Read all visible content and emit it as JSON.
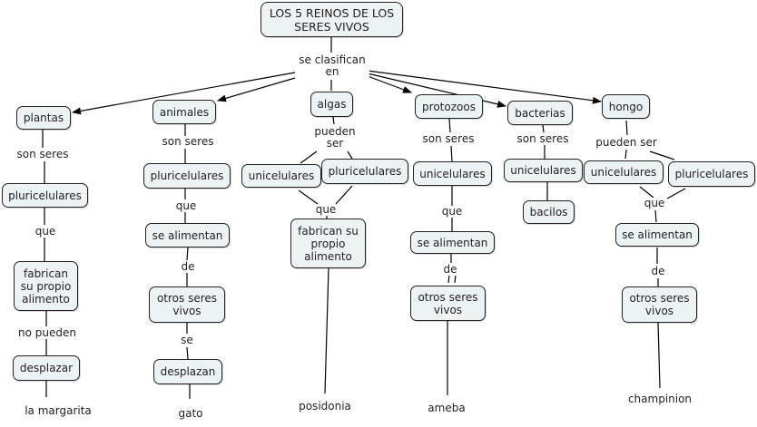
{
  "title": "LOS 5 REINOS DE LOS SERES VIVOS",
  "root_link": "se clasifican en",
  "colors": {
    "node_fill": "#edf2f4",
    "node_border": "#222222",
    "line": "#000000"
  },
  "branches": [
    {
      "kingdom": "plantas",
      "link1": "son seres",
      "node1": "pluricelulares",
      "link2": "que",
      "node2": "fabrican su propio alimento",
      "link3": "no pueden",
      "node3": "desplazar",
      "example": "la margarita"
    },
    {
      "kingdom": "animales",
      "link1": "son seres",
      "node1": "pluricelulares",
      "link2": "que",
      "node2": "se alimentan",
      "link3": "de",
      "node3": "otros seres vivos",
      "link4": "se",
      "node4": "desplazan",
      "example": "gato"
    },
    {
      "kingdom": "algas",
      "link1": "pueden ser",
      "node1a": "unicelulares",
      "node1b": "pluricelulares",
      "link2": "que",
      "node2": "fabrican su propio alimento",
      "example": "posidonia"
    },
    {
      "kingdom": "protozoos",
      "link1": "son seres",
      "node1": "unicelulares",
      "link2": "que",
      "node2": "se alimentan",
      "link3": "de",
      "node3": "otros seres vivos",
      "example": "ameba"
    },
    {
      "kingdom": "bacterias",
      "link1": "son seres",
      "node1": "unicelulares",
      "example": "bacilos"
    },
    {
      "kingdom": "hongo",
      "link1": "pueden ser",
      "node1a": "unicelulares",
      "node1b": "pluricelulares",
      "link2": "que",
      "node2": "se alimentan",
      "link3": "de",
      "node3": "otros seres vivos",
      "example": "champinion"
    }
  ]
}
